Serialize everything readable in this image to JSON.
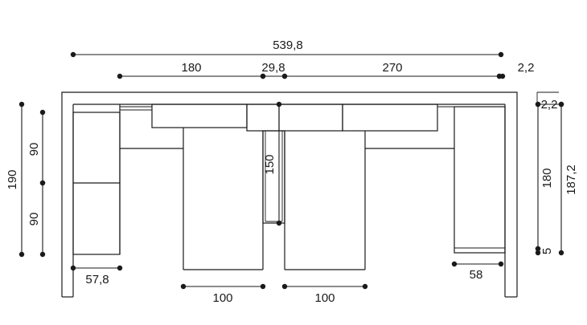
{
  "dimensions": {
    "overall_width": "539,8",
    "left_bed_width": "180",
    "center_gap": "29,8",
    "right_bed_width": "270",
    "right_offset": "2,2",
    "right_top_offset": "2,2",
    "upper_unit_height": "90",
    "lower_unit_height": "90",
    "left_total_height": "190",
    "center_unit_height": "150",
    "right_inner_height": "180",
    "right_base_height": "5",
    "right_total_height": "187,2",
    "left_depth": "57,8",
    "right_depth": "58",
    "left_mattress_width": "100",
    "right_mattress_width": "100"
  }
}
